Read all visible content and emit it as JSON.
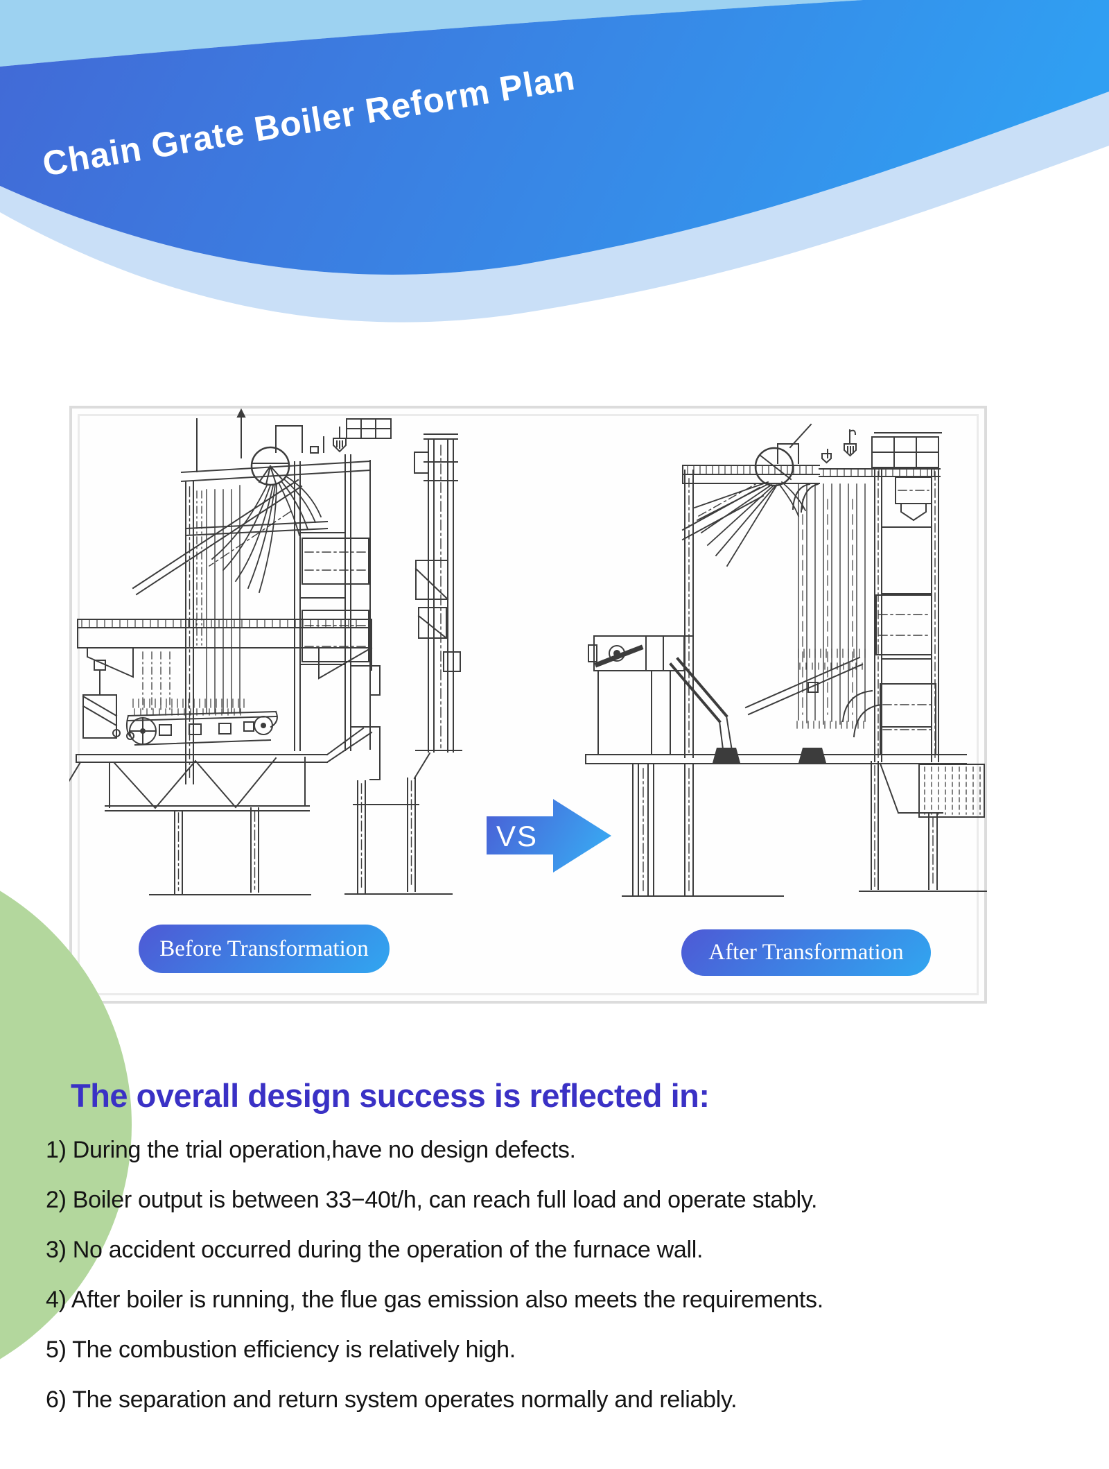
{
  "banner": {
    "title": "Chain Grate Boiler Reform Plan"
  },
  "comparison": {
    "vs_label": "VS",
    "before_label": "Before Transformation",
    "after_label": "After Transformation"
  },
  "summary": {
    "heading": "The overall design success is reflected in:",
    "items": [
      "1) During the trial operation,have no design defects.",
      "2) Boiler output is between 33−40t/h, can reach full load and operate stably.",
      "3) No accident occurred during the operation of the furnace wall.",
      "4) After boiler is running, the flue gas emission also meets the requirements.",
      "5) The combustion efficiency is relatively high.",
      "6) The separation and return system operates normally and reliably."
    ]
  },
  "colors": {
    "banner_light_blue": "#9dd2f1",
    "banner_blue_start": "#4269d6",
    "banner_blue_end": "#309ff2",
    "banner_stripe": "#c9dff7",
    "pill_gradient_start": "#4e59d5",
    "pill_gradient_end": "#31a6f0",
    "vs_arrow_start": "#4a5ed5",
    "vs_arrow_end": "#3aa3f0",
    "heading_color": "#3a31c5",
    "accent_green": "#b3d79d",
    "line_art": "#3c3c3c"
  }
}
